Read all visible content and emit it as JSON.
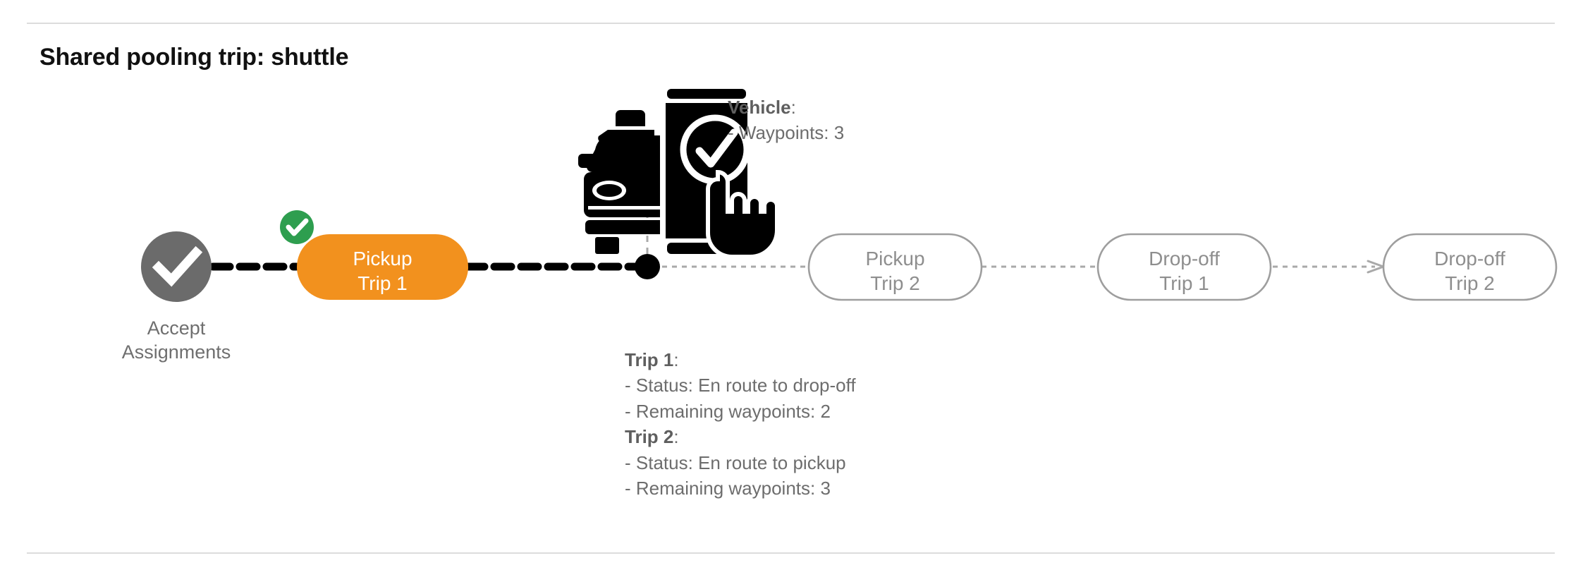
{
  "page": {
    "title": "Shared pooling trip: shuttle"
  },
  "colors": {
    "orange": "#F2911E",
    "green": "#2E9E4F",
    "gray_node": "#6B6B6B",
    "outline": "#9e9e9e",
    "outline_text": "#8e8e8e",
    "divider": "#dcdcdc",
    "text_gray": "#6d6d6d",
    "black": "#000000"
  },
  "diagram": {
    "start_node": {
      "name": "Accept Assignments",
      "label": "Accept\nAssignments",
      "state": "completed",
      "icon": "check-circle-icon"
    },
    "nodes": [
      {
        "id": "pickup-trip-1",
        "title": "Pickup",
        "subtitle": "Trip 1",
        "label": "Pickup\nTrip 1",
        "state": "completed",
        "style": "filled-orange",
        "badge": "check-badge"
      },
      {
        "id": "pickup-trip-2",
        "title": "Pickup",
        "subtitle": "Trip 2",
        "label": "Pickup\nTrip 2",
        "state": "pending",
        "style": "outlined"
      },
      {
        "id": "dropoff-trip-1",
        "title": "Drop-off",
        "subtitle": "Trip 1",
        "label": "Drop-off\nTrip 1",
        "state": "pending",
        "style": "outlined"
      },
      {
        "id": "dropoff-trip-2",
        "title": "Drop-off",
        "subtitle": "Trip 2",
        "label": "Drop-off\nTrip 2",
        "state": "pending",
        "style": "outlined"
      }
    ],
    "vehicle_marker": {
      "icon": "vehicle-app-check-icon",
      "position_dot": "current-position-dot"
    }
  },
  "annotations": {
    "vehicle": {
      "heading": "Vehicle",
      "heading_suffix": ":",
      "lines": [
        "- Waypoints: 3"
      ]
    },
    "trips": [
      {
        "heading": "Trip 1",
        "heading_suffix": ":",
        "lines": [
          "- Status:  En route to drop-off",
          "- Remaining waypoints: 2"
        ]
      },
      {
        "heading": "Trip 2",
        "heading_suffix": ":",
        "lines": [
          "- Status:  En route to pickup",
          "- Remaining waypoints: 3"
        ]
      }
    ]
  }
}
